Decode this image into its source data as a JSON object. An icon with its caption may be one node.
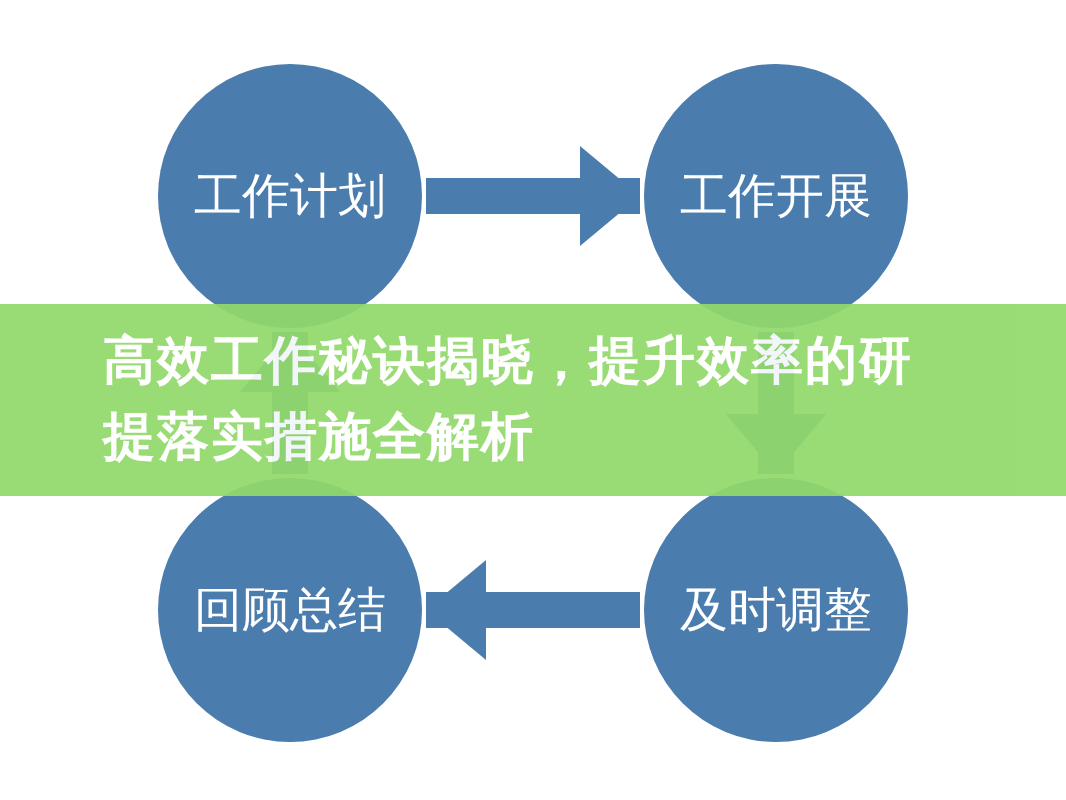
{
  "diagram": {
    "title": "高效工作秘诀揭晓，提升效率的研提落实措施全解析",
    "nodes": [
      {
        "text": [
          "工作计划"
        ]
      },
      {
        "text": [
          "工作开展"
        ]
      },
      {
        "text": [
          "回顾总结"
        ]
      },
      {
        "text": [
          "及时调整"
        ]
      }
    ],
    "edges": [
      {
        "from": 0,
        "to": 1,
        "arrow": "to"
      },
      {
        "from": 1,
        "to": 3,
        "arrow": "to"
      },
      {
        "from": 3,
        "to": 2,
        "arrow": "to"
      },
      {
        "from": 2,
        "to": 0,
        "arrow": "to"
      }
    ]
  }
}
